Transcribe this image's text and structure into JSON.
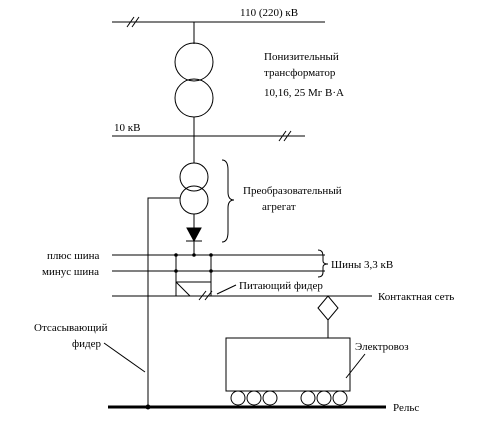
{
  "labels": {
    "hv_bus": "110 (220) кВ",
    "transformer_line1": "Понизительный",
    "transformer_line2": "трансформатор",
    "transformer_line3": "10,16, 25 Мг В·А",
    "mv_bus": "10 кВ",
    "converter_line1": "Преобразовательный",
    "converter_line2": "агрегат",
    "plus_bus": "плюс шина",
    "minus_bus": "минус шина",
    "buses": "Шины 3,3 кВ",
    "feeder": "Питающий фидер",
    "catenary": "Контактная сеть",
    "suction_line1": "Отсасывающий",
    "suction_line2": "фидер",
    "locomotive": "Электровоз",
    "rail": "Рельс"
  }
}
